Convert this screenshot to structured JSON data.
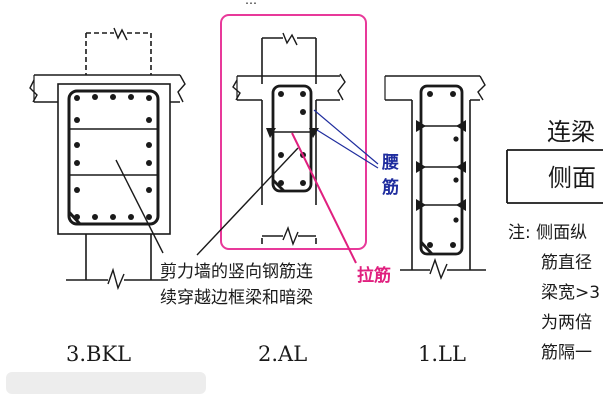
{
  "diagram": {
    "top_caption": "…",
    "labels": {
      "waist_bar": "腰筋",
      "tie_bar": "拉筋",
      "shear_wall_note_line1": "剪力墙的竖向钢筋连",
      "shear_wall_note_line2": "续穿越边框梁和暗梁"
    },
    "captions": {
      "bkl": "3.BKL",
      "al": "2.AL",
      "ll": "1.LL"
    },
    "side_panel": {
      "title_line1": "连梁",
      "title_line2": "侧面",
      "note_lines": [
        "注: 侧面纵",
        "筋直径",
        "梁宽>3",
        "为两倍",
        "筋隔一"
      ]
    },
    "colors": {
      "highlight_frame": "#e8399a",
      "tie_label": "#e0207f",
      "waist_label": "#1f2d9e",
      "ink": "#1a1a1a"
    }
  }
}
